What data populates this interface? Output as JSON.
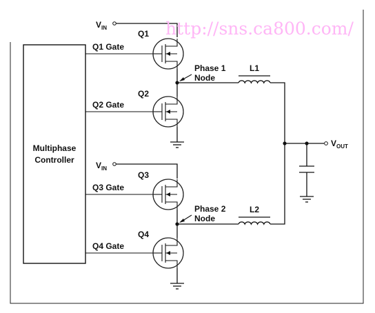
{
  "controller": {
    "line1": "Multiphase",
    "line2": "Controller"
  },
  "gates": {
    "q1": "Q1 Gate",
    "q2": "Q2 Gate",
    "q3": "Q3 Gate",
    "q4": "Q4 Gate"
  },
  "transistors": {
    "q1": "Q1",
    "q2": "Q2",
    "q3": "Q3",
    "q4": "Q4"
  },
  "supply": {
    "vin_main": "V",
    "vin_sub": "IN"
  },
  "output": {
    "vout_main": "V",
    "vout_sub": "OUT"
  },
  "nodes": {
    "phase1_line1": "Phase 1",
    "phase1_line2": "Node",
    "phase2_line1": "Phase 2",
    "phase2_line2": "Node"
  },
  "inductors": {
    "l1": "L1",
    "l2": "L2"
  },
  "watermark": "http://sns.ca800.com/"
}
